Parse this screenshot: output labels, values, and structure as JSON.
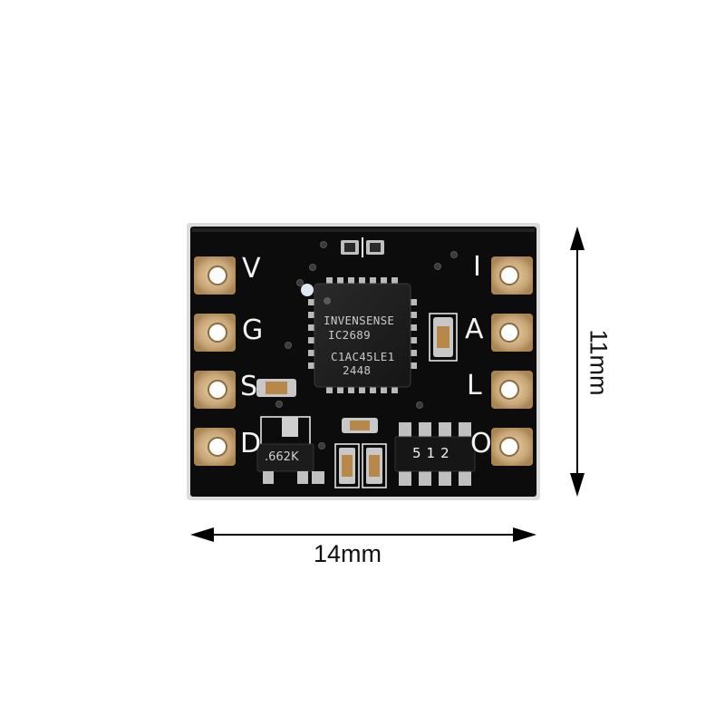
{
  "dimensions": {
    "width_label": "14mm",
    "height_label": "11mm"
  },
  "chip": {
    "brand": "INVENSENSE",
    "part": "IC2689",
    "lot": "C1AC45LE1",
    "date_code": "2448"
  },
  "pins": {
    "left": [
      "V",
      "G",
      "S",
      "D"
    ],
    "right": [
      "I",
      "A",
      "L",
      "O"
    ]
  },
  "components": {
    "resistor_array_code": "512",
    "sot_marking": ".662K"
  },
  "colors": {
    "board": "#0c0c0c",
    "silkscreen": "#f2f2f2",
    "pad_gold": "#c9a77a",
    "arrow": "#000000",
    "background": "#ffffff"
  }
}
